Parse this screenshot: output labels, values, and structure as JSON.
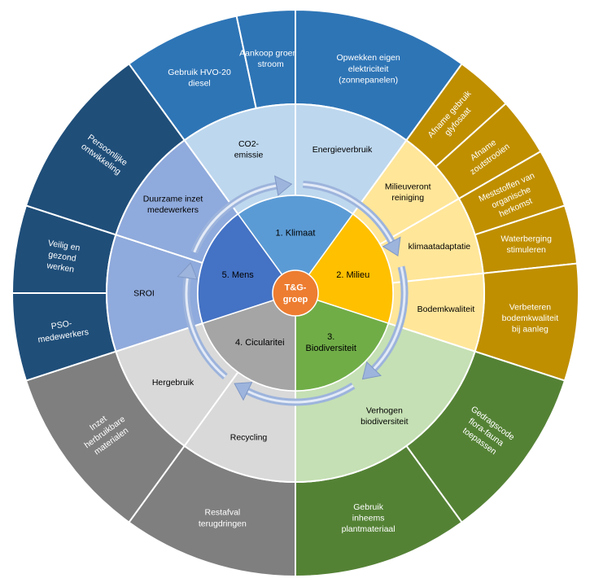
{
  "center": {
    "label_lines": [
      "T&G-",
      "groep"
    ],
    "color": "#ED7D31"
  },
  "themes": [
    {
      "id": "klimaat",
      "label_lines": [
        "1. Klimaat"
      ],
      "color": "#5B9BD5",
      "light": "#BDD7EE",
      "outer": "#2E75B6",
      "text": "#000000",
      "outer_text": "#FFFFFF",
      "goals": [
        {
          "label_lines": [
            "CO2-",
            "emissie"
          ],
          "actions": [
            {
              "label_lines": [
                "Gebruik HVO-20",
                "diesel"
              ]
            },
            {
              "label_lines": [
                "Aankoop groene",
                "stroom"
              ]
            }
          ]
        },
        {
          "label_lines": [
            "Energieverbruik"
          ],
          "actions": [
            {
              "label_lines": [
                "Opwekken eigen",
                "elektriciteit",
                "(zonnepanelen)"
              ]
            }
          ]
        }
      ]
    },
    {
      "id": "milieu",
      "label_lines": [
        "2. Milieu"
      ],
      "color": "#FFC000",
      "light": "#FFE699",
      "outer": "#BF8F00",
      "text": "#000000",
      "outer_text": "#FFFFFF",
      "goals": [
        {
          "label_lines": [
            "Milieuveront",
            "reiniging"
          ],
          "actions": [
            {
              "label_lines": [
                "Afname gebruik",
                "glyfosaat"
              ],
              "rotated": true
            },
            {
              "label_lines": [
                "Afname",
                "zoutstrooien"
              ],
              "rotated": true
            }
          ]
        },
        {
          "label_lines": [
            "klimaatadaptatie"
          ],
          "actions": [
            {
              "label_lines": [
                "Meststoffen van",
                "organische",
                "herkomst"
              ],
              "rotated": true
            },
            {
              "label_lines": [
                "Waterberging",
                "stimuleren"
              ]
            }
          ]
        },
        {
          "label_lines": [
            "Bodemkwaliteit"
          ],
          "actions": [
            {
              "label_lines": [
                "Verbeteren",
                "bodemkwaliteit",
                "bij aanleg"
              ]
            }
          ]
        }
      ]
    },
    {
      "id": "biodiversiteit",
      "label_lines": [
        "3.",
        "Biodiversiteit"
      ],
      "color": "#70AD47",
      "light": "#C5E0B4",
      "outer": "#548235",
      "text": "#000000",
      "outer_text": "#FFFFFF",
      "goals": [
        {
          "label_lines": [
            "Verhogen",
            "biodiversiteit"
          ],
          "actions": [
            {
              "label_lines": [
                "Gedragscode",
                "flora-fauna",
                "toepassen"
              ],
              "rotated": true
            },
            {
              "label_lines": [
                "Gebruik",
                "inheems",
                "plantmateriaal"
              ]
            }
          ]
        }
      ]
    },
    {
      "id": "circulariteit",
      "label_lines": [
        "4. Cicularitei"
      ],
      "color": "#A5A5A5",
      "light": "#D9D9D9",
      "outer": "#7F7F7F",
      "text": "#000000",
      "outer_text": "#FFFFFF",
      "goals": [
        {
          "label_lines": [
            "Recycling"
          ],
          "actions": [
            {
              "label_lines": [
                "Restafval",
                "terugdringen"
              ]
            }
          ]
        },
        {
          "label_lines": [
            "Hergebruik"
          ],
          "actions": [
            {
              "label_lines": [
                "Inzet",
                "herbruikbare",
                "materialen"
              ],
              "rotated": true
            }
          ]
        }
      ]
    },
    {
      "id": "mens",
      "label_lines": [
        "5. Mens"
      ],
      "color": "#4472C4",
      "light": "#8FAADC",
      "outer": "#1F4E79",
      "text": "#000000",
      "outer_text": "#FFFFFF",
      "goals": [
        {
          "label_lines": [
            "SROI"
          ],
          "actions": [
            {
              "label_lines": [
                "PSO-",
                "medewerkers"
              ],
              "rotated": true
            },
            {
              "label_lines": [
                "Veilig en",
                "gezond",
                "werken"
              ],
              "rotated": true
            }
          ]
        },
        {
          "label_lines": [
            "Duurzame inzet",
            "medewerkers"
          ],
          "actions": [
            {
              "label_lines": [
                "Persoonlijke",
                "ontwikkeling"
              ],
              "rotated": true
            }
          ]
        }
      ]
    }
  ]
}
